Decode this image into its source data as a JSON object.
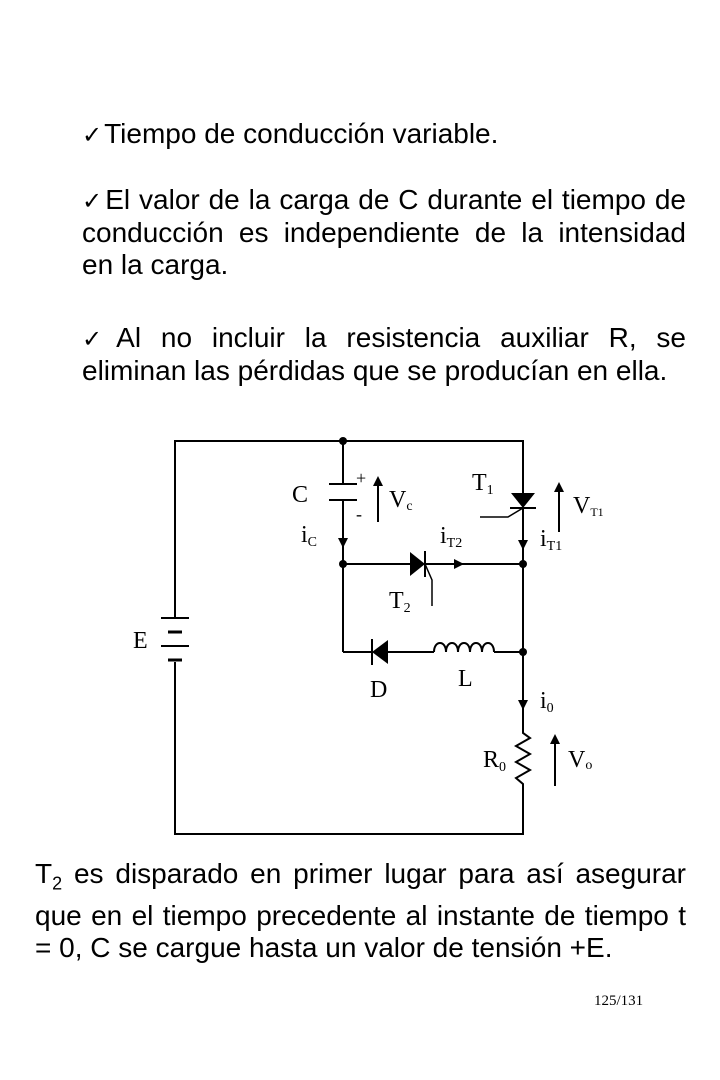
{
  "bullets": [
    {
      "check": "✓",
      "text": "Tiempo de conducción variable."
    },
    {
      "check": "✓",
      "text": "El valor de la carga de C durante el tiempo de conducción es independiente de la intensidad en la carga."
    },
    {
      "check": "✓",
      "text": "Al no incluir la resistencia auxiliar R, se eliminan las pérdidas que se producían en ella."
    }
  ],
  "circuit": {
    "source": "E",
    "capacitor": "C",
    "cap_plus": "+",
    "cap_minus": "-",
    "vc_base": "V",
    "vc_sub": "c",
    "ic_base": "i",
    "ic_sub": "C",
    "it2_base": "i",
    "it2_sub": "T2",
    "t1_base": "T",
    "t1_sub": "1",
    "vt1_base": "V",
    "vt1_sub": "T1",
    "it1_base": "i",
    "it1_sub": "T1",
    "t2_base": "T",
    "t2_sub": "2",
    "diode": "D",
    "inductor": "L",
    "i0_base": "i",
    "i0_sub": "0",
    "r0_base": "R",
    "r0_sub": "0",
    "v0_base": "V",
    "v0_sub": "o"
  },
  "bottom": {
    "t_base": "T",
    "t_sub": "2",
    "text": " es disparado en primer lugar para así asegurar que en el tiempo precedente al instante de tiempo t = 0, C se cargue hasta un valor de tensión +E."
  },
  "page_number": "125/131"
}
